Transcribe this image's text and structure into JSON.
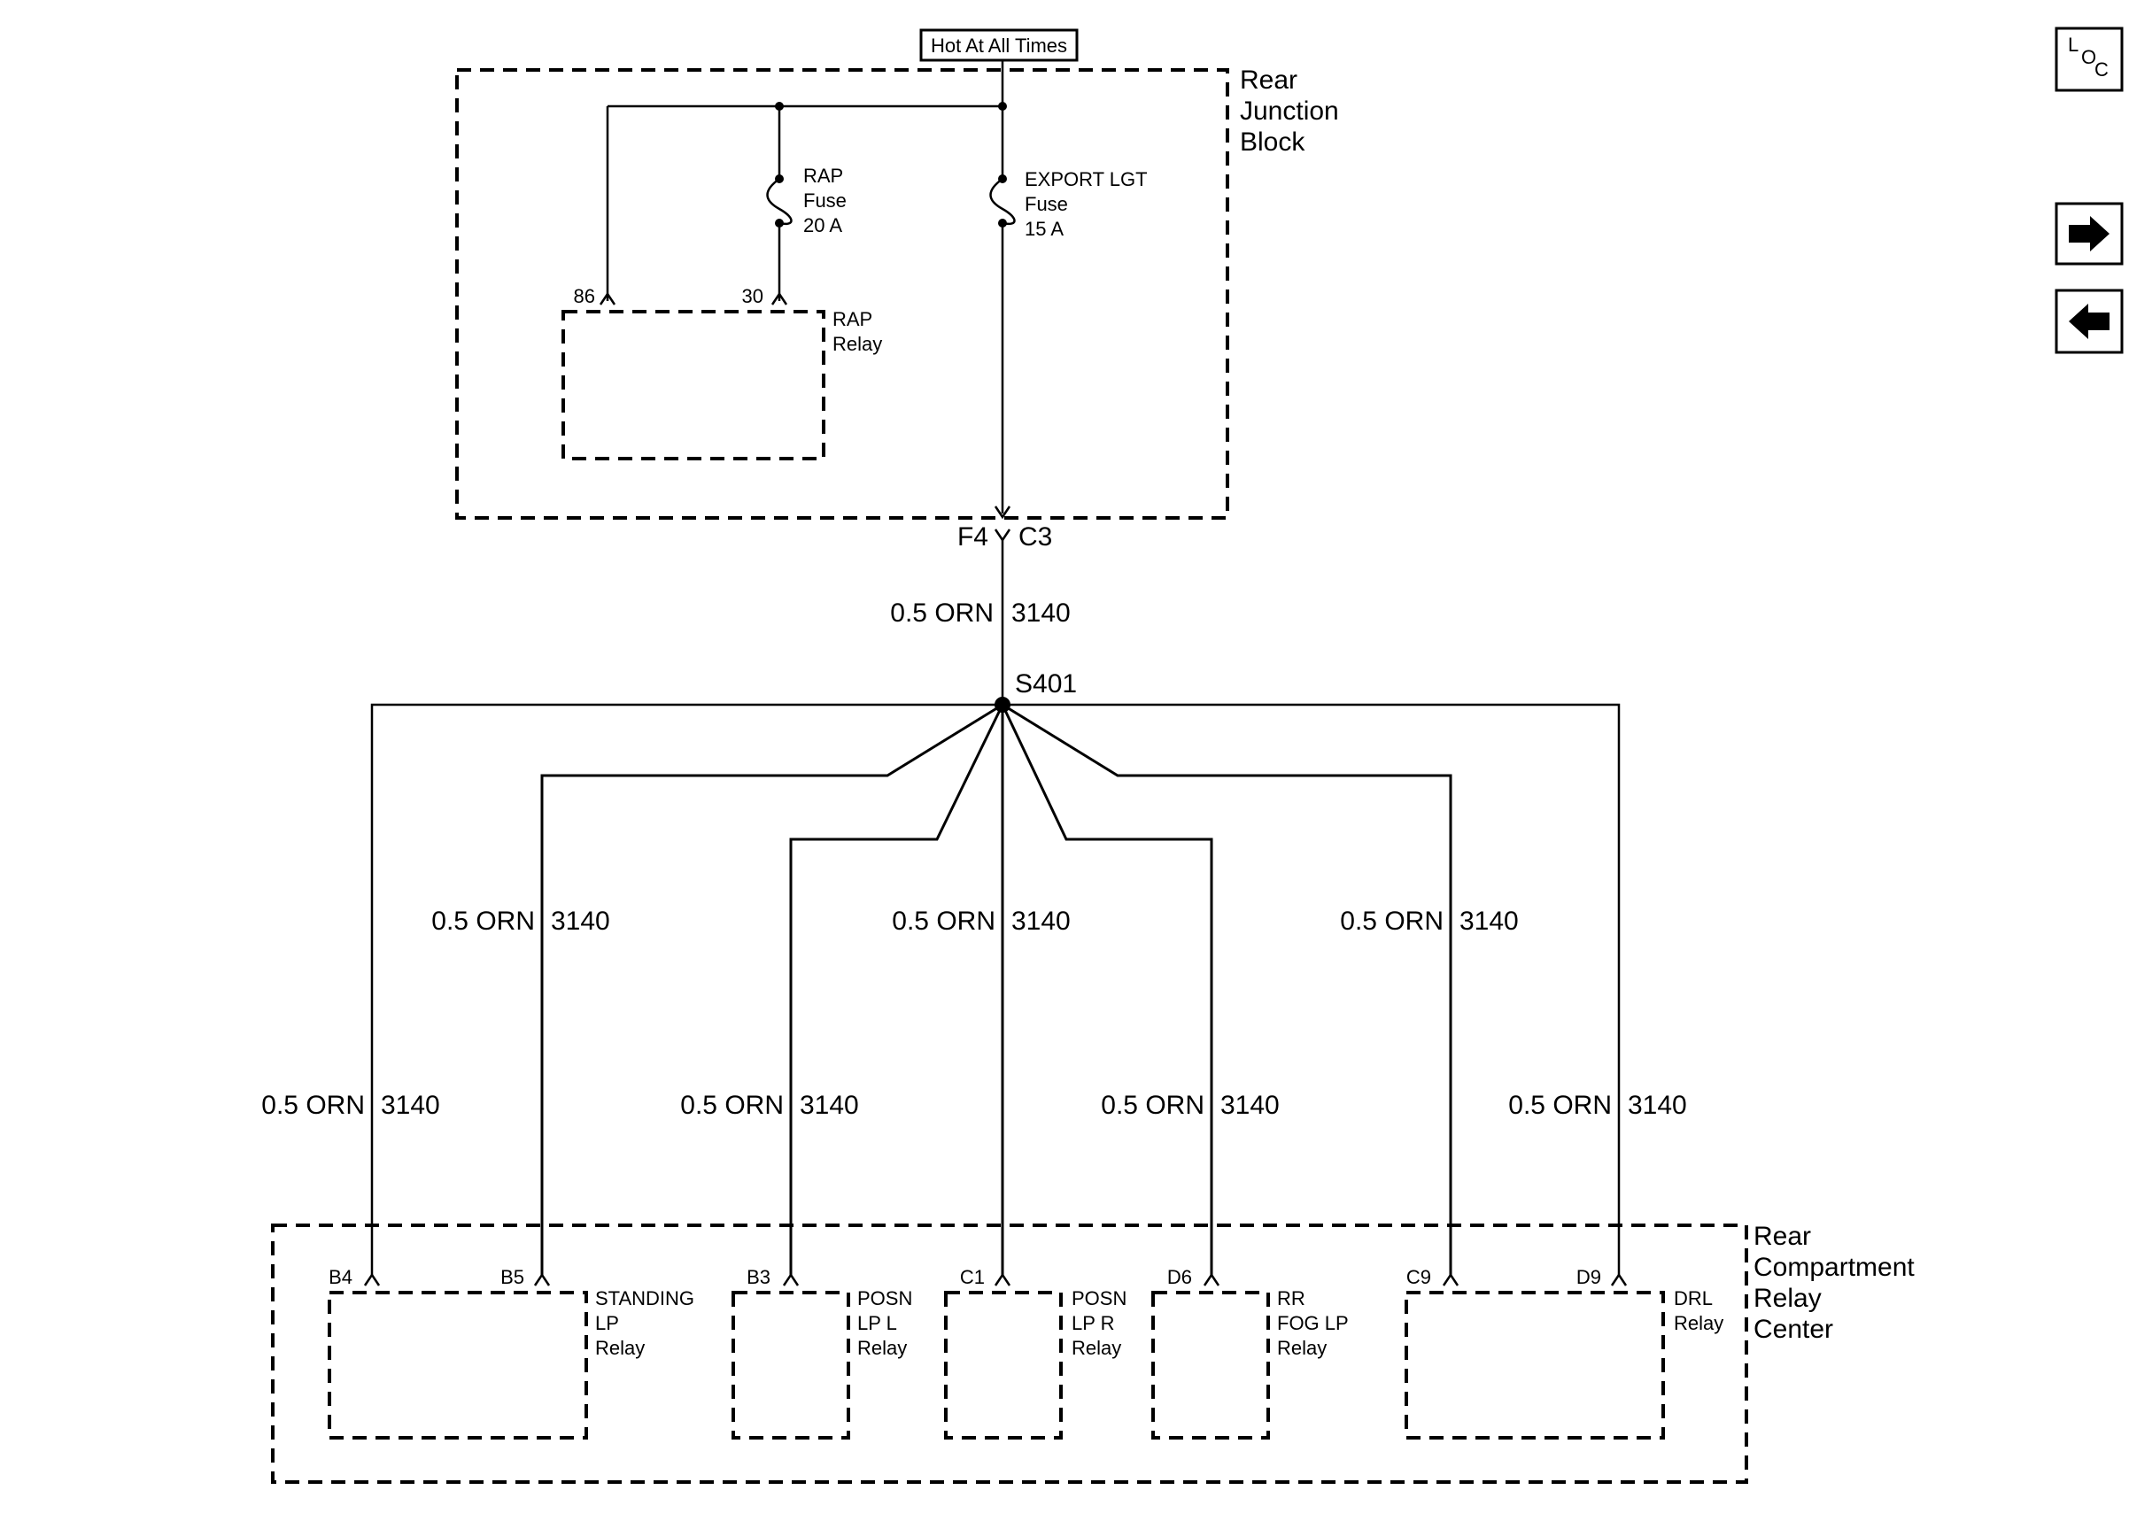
{
  "header": {
    "hot_label": "Hot At All Times"
  },
  "nav": {
    "loc_l": "L",
    "loc_o": "O",
    "loc_c": "C"
  },
  "rear_junction_block": {
    "label": [
      "Rear",
      "Junction",
      "Block"
    ],
    "rap_fuse": [
      "RAP",
      "Fuse",
      "20 A"
    ],
    "export_fuse": [
      "EXPORT  LGT",
      "Fuse",
      "15 A"
    ],
    "rap_relay": [
      "RAP",
      "Relay"
    ],
    "pin_86": "86",
    "pin_30": "30"
  },
  "connector": {
    "left": "F4",
    "right": "C3"
  },
  "splice": "S401",
  "wire": {
    "size_color": "0.5 ORN",
    "circuit": "3140"
  },
  "relay_center": {
    "label": [
      "Rear",
      "Compartment",
      "Relay",
      "Center"
    ],
    "pins": [
      "B4",
      "B5",
      "B3",
      "C1",
      "D6",
      "C9",
      "D9"
    ],
    "standing": [
      "STANDING",
      "LP",
      "Relay"
    ],
    "posn_l": [
      "POSN",
      "LP  L",
      "Relay"
    ],
    "posn_r": [
      "POSN",
      "LP  R",
      "Relay"
    ],
    "rr_fog": [
      "RR",
      "FOG LP",
      "Relay"
    ],
    "drl": [
      "DRL",
      "Relay"
    ]
  }
}
